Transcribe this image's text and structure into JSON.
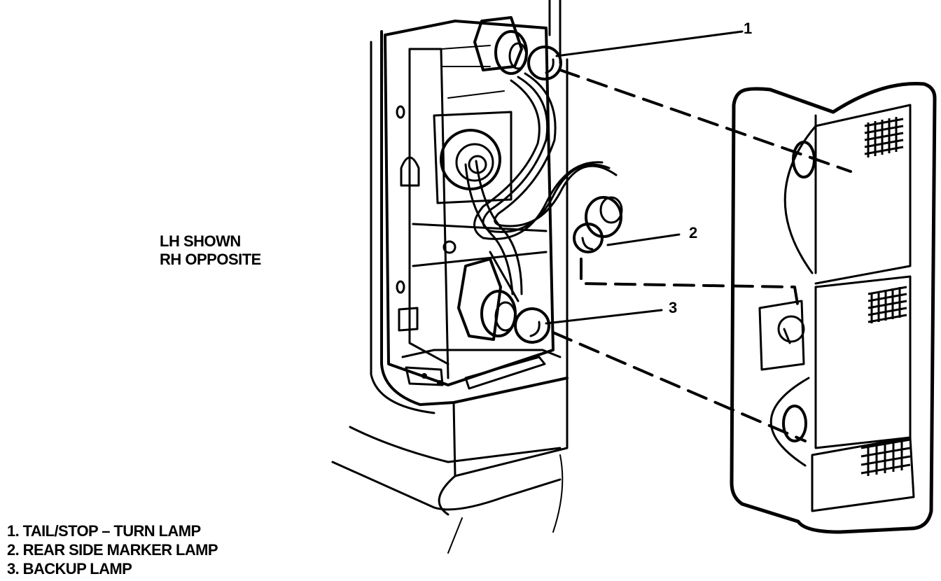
{
  "note": {
    "line1": "LH SHOWN",
    "line2": "RH OPPOSITE"
  },
  "callouts": [
    "1",
    "2",
    "3"
  ],
  "legend": [
    "1. TAIL/STOP – TURN LAMP",
    "2. REAR SIDE MARKER LAMP",
    "3. BACKUP LAMP"
  ]
}
